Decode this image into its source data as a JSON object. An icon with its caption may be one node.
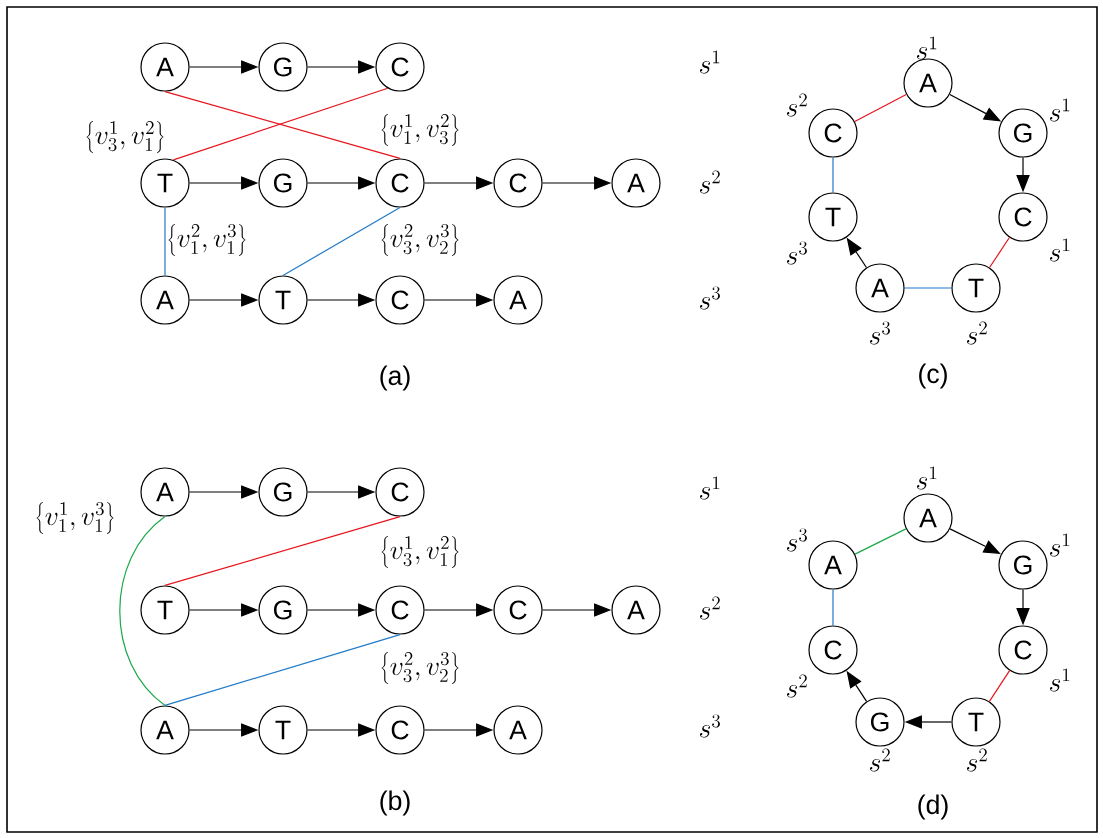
{
  "diagram": {
    "nodes": [
      {
        "text": [
          "A"
        ]
      },
      {
        "text": [
          "G"
        ]
      },
      {
        "text": [
          "C"
        ]
      },
      {
        "text": [
          "T"
        ]
      },
      {
        "text": [
          "G"
        ]
      },
      {
        "text": [
          "C"
        ]
      },
      {
        "text": [
          "C"
        ]
      },
      {
        "text": [
          "A"
        ]
      },
      {
        "text": [
          "A"
        ]
      },
      {
        "text": [
          "T"
        ]
      },
      {
        "text": [
          "C"
        ]
      },
      {
        "text": [
          "A"
        ]
      },
      {
        "text": [
          "A"
        ]
      },
      {
        "text": [
          "G"
        ]
      },
      {
        "text": [
          "C"
        ]
      },
      {
        "text": [
          "T"
        ]
      },
      {
        "text": [
          "G"
        ]
      },
      {
        "text": [
          "C"
        ]
      },
      {
        "text": [
          "C"
        ]
      },
      {
        "text": [
          "A"
        ]
      },
      {
        "text": [
          "A"
        ]
      },
      {
        "text": [
          "T"
        ]
      },
      {
        "text": [
          "C"
        ]
      },
      {
        "text": [
          "A"
        ]
      },
      {
        "text": [
          "A"
        ],
        "beside": [
          "s^1"
        ]
      },
      {
        "text": [
          "G"
        ],
        "beside": [
          "s^1"
        ]
      },
      {
        "text": [
          "C"
        ],
        "beside": [
          "s^1"
        ]
      },
      {
        "text": [
          "T"
        ],
        "beside": [
          "s^2"
        ]
      },
      {
        "text": [
          "A"
        ],
        "beside": [
          "s^3"
        ]
      },
      {
        "text": [
          "T"
        ],
        "beside": [
          "s^3"
        ]
      },
      {
        "text": [
          "C"
        ],
        "beside": [
          "s^2"
        ]
      },
      {
        "text": [
          "A"
        ],
        "beside": [
          "s^1"
        ]
      },
      {
        "text": [
          "G"
        ],
        "beside": [
          "s^1"
        ]
      },
      {
        "text": [
          "C"
        ],
        "beside": [
          "s^1"
        ]
      },
      {
        "text": [
          "T"
        ],
        "beside": [
          "s^2"
        ]
      },
      {
        "text": [
          "G"
        ],
        "beside": [
          "s^2"
        ]
      },
      {
        "text": [
          "C"
        ],
        "beside": [
          "s^2"
        ]
      },
      {
        "text": [
          "A"
        ],
        "beside": [
          "s^3"
        ]
      }
    ],
    "edges": [
      {
        "from": 0,
        "to": 1,
        "arrow": "to"
      },
      {
        "from": 1,
        "to": 2,
        "arrow": "to"
      },
      {
        "from": 3,
        "to": 4,
        "arrow": "to"
      },
      {
        "from": 4,
        "to": 5,
        "arrow": "to"
      },
      {
        "from": 5,
        "to": 6,
        "arrow": "to"
      },
      {
        "from": 6,
        "to": 7,
        "arrow": "to"
      },
      {
        "from": 8,
        "to": 9,
        "arrow": "to"
      },
      {
        "from": 9,
        "to": 10,
        "arrow": "to"
      },
      {
        "from": 10,
        "to": 11,
        "arrow": "to"
      },
      {
        "from": 3,
        "to": 2,
        "arrow": "none",
        "color": "#e8141c",
        "label": "\\left\\{v_3^1, v_1^2\\right\\}"
      },
      {
        "from": 0,
        "to": 5,
        "arrow": "none",
        "color": "#e8141c",
        "label": "\\left\\{v_1^1, v_3^2\\right\\}"
      },
      {
        "from": 3,
        "to": 8,
        "arrow": "none",
        "color": "#1f7ac8",
        "label": "\\left\\{v_1^2, v_1^3\\right\\}"
      },
      {
        "from": 5,
        "to": 9,
        "arrow": "none",
        "color": "#1f7ac8",
        "label": "\\left\\{v_3^2, v_2^3\\right\\}"
      },
      {
        "from": 12,
        "to": 13,
        "arrow": "to"
      },
      {
        "from": 13,
        "to": 14,
        "arrow": "to"
      },
      {
        "from": 15,
        "to": 16,
        "arrow": "to"
      },
      {
        "from": 16,
        "to": 17,
        "arrow": "to"
      },
      {
        "from": 17,
        "to": 18,
        "arrow": "to"
      },
      {
        "from": 18,
        "to": 19,
        "arrow": "to"
      },
      {
        "from": 20,
        "to": 21,
        "arrow": "to"
      },
      {
        "from": 21,
        "to": 22,
        "arrow": "to"
      },
      {
        "from": 22,
        "to": 23,
        "arrow": "to"
      },
      {
        "from": 12,
        "to": 20,
        "arrow": "none",
        "color": "#1aa84a",
        "label": "\\left\\{v_1^1, v_1^3\\right\\}"
      },
      {
        "from": 15,
        "to": 14,
        "arrow": "none",
        "color": "#e8141c",
        "label": "\\left\\{v_3^1, v_1^2\\right\\}"
      },
      {
        "from": 17,
        "to": 20,
        "arrow": "none",
        "color": "#1f7ac8",
        "label": "\\left\\{v_3^2, v_2^3\\right\\}"
      },
      {
        "from": 24,
        "to": 25,
        "arrow": "to"
      },
      {
        "from": 25,
        "to": 26,
        "arrow": "to"
      },
      {
        "from": 26,
        "to": 27,
        "arrow": "none",
        "color": "#e8141c"
      },
      {
        "from": 27,
        "to": 28,
        "arrow": "none",
        "color": "#1f7ac8"
      },
      {
        "from": 28,
        "to": 29,
        "arrow": "to"
      },
      {
        "from": 29,
        "to": 30,
        "arrow": "none",
        "color": "#1f7ac8"
      },
      {
        "from": 30,
        "to": 24,
        "arrow": "none",
        "color": "#e8141c"
      },
      {
        "from": 31,
        "to": 32,
        "arrow": "to"
      },
      {
        "from": 32,
        "to": 33,
        "arrow": "to"
      },
      {
        "from": 33,
        "to": 34,
        "arrow": "none",
        "color": "#e8141c"
      },
      {
        "from": 34,
        "to": 35,
        "arrow": "to"
      },
      {
        "from": 35,
        "to": 36,
        "arrow": "to"
      },
      {
        "from": 36,
        "to": 37,
        "arrow": "none",
        "color": "#1f7ac8"
      },
      {
        "from": 37,
        "to": 31,
        "arrow": "none",
        "color": "#1aa84a"
      }
    ],
    "labels": [
      "s^1",
      "s^2",
      "s^3",
      "(a)",
      "(c)",
      "s^1",
      "s^2",
      "s^3",
      "(b)",
      "(d)"
    ]
  }
}
